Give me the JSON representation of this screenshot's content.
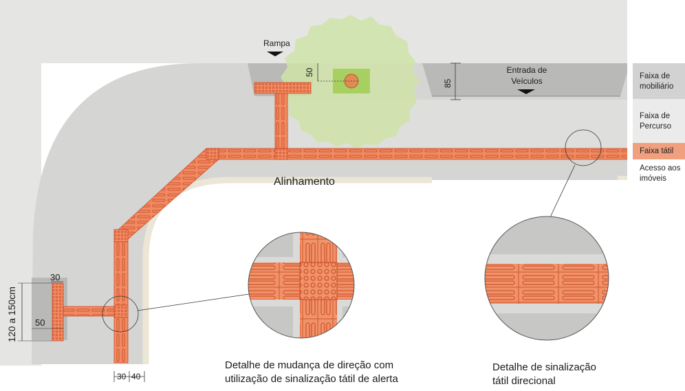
{
  "labels": {
    "rampa": "Rampa",
    "entrada": "Entrada de Veículos",
    "alinhamento": "Alinhamento",
    "dim_50_tree": "50",
    "dim_85": "85",
    "dim_30_top": "30",
    "dim_50_left": "50",
    "dim_120_150": "120 a 150cm",
    "dim_30_bottom": "30",
    "dim_40_bottom": "40"
  },
  "legend": [
    {
      "label": "Faixa de mobiliário",
      "color": "#d2d2d2"
    },
    {
      "label": "Faixa de Percurso",
      "color": "#ebebeb"
    },
    {
      "label": "Faixa tátil",
      "color": "#f0a07e"
    },
    {
      "label": "Acesso aos imóveis",
      "color": "#ffffff"
    }
  ],
  "details": {
    "direction_change": "Detalhe de mudança de direção com utilização de sinalização tátil de alerta",
    "directional": "Detalhe de sinalização tátil direcional"
  },
  "colors": {
    "sidewalk": "#d5d6d3",
    "road": "#e5e6e3",
    "tactile": "#f08a62",
    "tactile_dark": "#d04a25",
    "tree_canopy": "#cfe3a8",
    "tree_box": "#a8d060"
  }
}
